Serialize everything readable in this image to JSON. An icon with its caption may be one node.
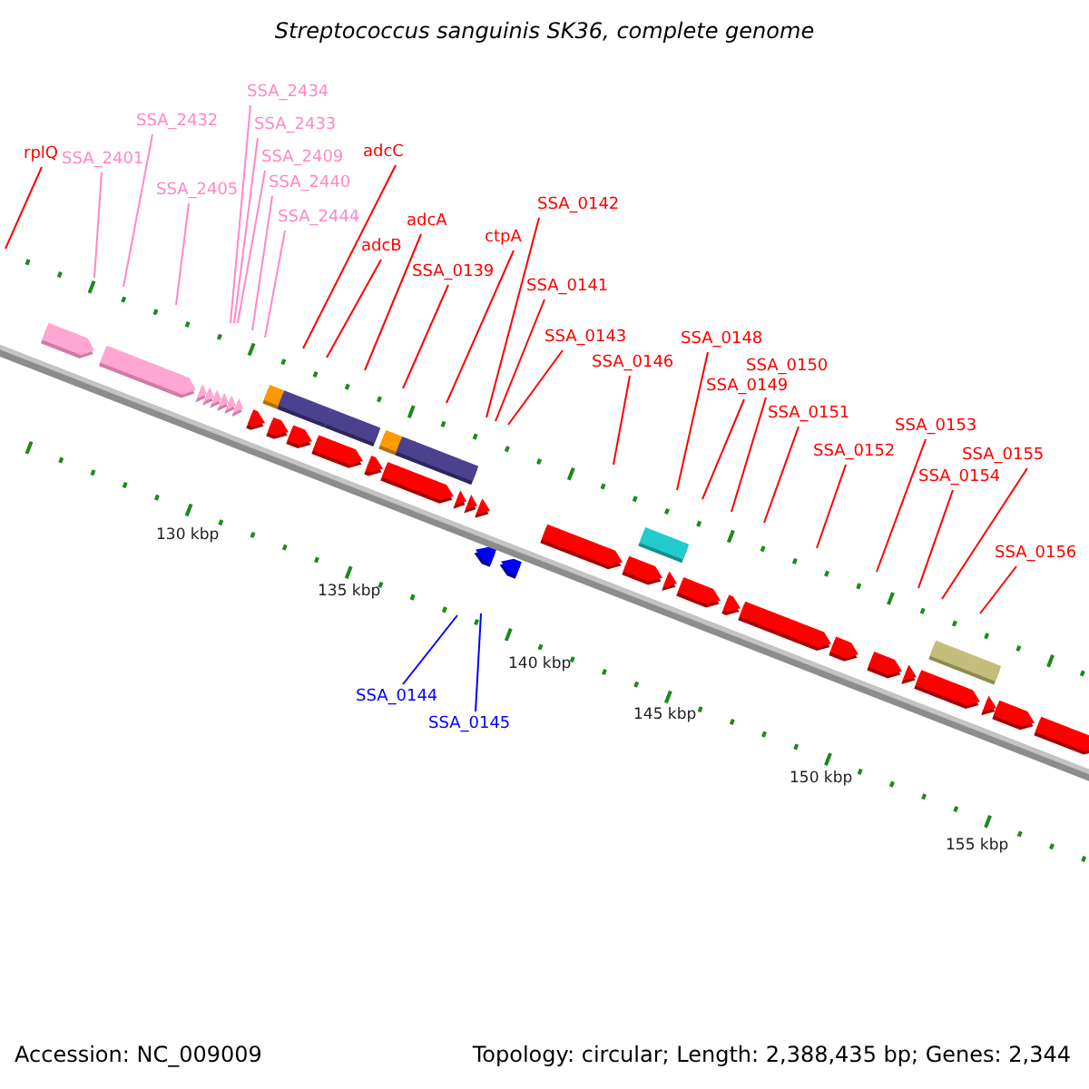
{
  "diagram": {
    "title": "Streptococcus sanguinis SK36, complete genome",
    "nodes": [
      {
        "text": [
          "rplQ"
        ]
      },
      {
        "text": [
          "SSA_2401"
        ]
      },
      {
        "text": [
          "SSA_2432"
        ]
      },
      {
        "text": [
          "SSA_2405"
        ]
      },
      {
        "text": [
          "SSA_2434"
        ]
      },
      {
        "text": [
          "SSA_2433"
        ]
      },
      {
        "text": [
          "SSA_2409"
        ]
      },
      {
        "text": [
          "SSA_2440"
        ]
      },
      {
        "text": [
          "SSA_2444"
        ]
      },
      {
        "text": [
          "adcC"
        ]
      },
      {
        "text": [
          "adcB"
        ]
      },
      {
        "text": [
          "adcA"
        ]
      },
      {
        "text": [
          "SSA_0139"
        ]
      },
      {
        "text": [
          "ctpA"
        ]
      },
      {
        "text": [
          "SSA_0142"
        ]
      },
      {
        "text": [
          "SSA_0141"
        ]
      },
      {
        "text": [
          "SSA_0143"
        ]
      },
      {
        "text": [
          "SSA_0146"
        ]
      },
      {
        "text": [
          "SSA_0148"
        ]
      },
      {
        "text": [
          "SSA_0149"
        ]
      },
      {
        "text": [
          "SSA_0150"
        ]
      },
      {
        "text": [
          "SSA_0151"
        ]
      },
      {
        "text": [
          "SSA_0152"
        ]
      },
      {
        "text": [
          "SSA_0153"
        ]
      },
      {
        "text": [
          "SSA_0154"
        ]
      },
      {
        "text": [
          "SSA_0155"
        ]
      },
      {
        "text": [
          "SSA_0156"
        ]
      },
      {
        "text": [
          "SSA_0144"
        ]
      },
      {
        "text": [
          "SSA_0145"
        ]
      }
    ],
    "edges": [
      {
        "from": 0,
        "to": null,
        "arrow": "none"
      },
      {
        "from": 1,
        "to": null,
        "arrow": "none",
        "color": "#ff88c8"
      },
      {
        "from": 2,
        "to": null,
        "arrow": "none",
        "color": "#ff88c8"
      },
      {
        "from": 3,
        "to": null,
        "arrow": "none",
        "color": "#ff88c8"
      },
      {
        "from": 4,
        "to": null,
        "arrow": "none",
        "color": "#ff88c8"
      },
      {
        "from": 5,
        "to": null,
        "arrow": "none",
        "color": "#ff88c8"
      },
      {
        "from": 6,
        "to": null,
        "arrow": "none",
        "color": "#ff88c8"
      },
      {
        "from": 7,
        "to": null,
        "arrow": "none",
        "color": "#ff88c8"
      },
      {
        "from": 8,
        "to": null,
        "arrow": "none",
        "color": "#ff88c8"
      },
      {
        "from": 9,
        "to": null,
        "arrow": "none"
      },
      {
        "from": 10,
        "to": null,
        "arrow": "none"
      },
      {
        "from": 11,
        "to": null,
        "arrow": "none"
      },
      {
        "from": 12,
        "to": null,
        "arrow": "none"
      },
      {
        "from": 13,
        "to": null,
        "arrow": "none"
      },
      {
        "from": 14,
        "to": null,
        "arrow": "none"
      },
      {
        "from": 15,
        "to": null,
        "arrow": "none"
      },
      {
        "from": 16,
        "to": null,
        "arrow": "none"
      },
      {
        "from": 17,
        "to": null,
        "arrow": "none"
      },
      {
        "from": 18,
        "to": null,
        "arrow": "none"
      },
      {
        "from": 19,
        "to": null,
        "arrow": "none"
      },
      {
        "from": 20,
        "to": null,
        "arrow": "none"
      },
      {
        "from": 21,
        "to": null,
        "arrow": "none"
      },
      {
        "from": 22,
        "to": null,
        "arrow": "none"
      },
      {
        "from": 23,
        "to": null,
        "arrow": "none"
      },
      {
        "from": 24,
        "to": null,
        "arrow": "none"
      },
      {
        "from": 25,
        "to": null,
        "arrow": "none"
      },
      {
        "from": 26,
        "to": null,
        "arrow": "none"
      },
      {
        "from": 27,
        "to": null,
        "arrow": "none",
        "color": "#0000ff"
      },
      {
        "from": 28,
        "to": null,
        "arrow": "none",
        "color": "#0000ff"
      }
    ],
    "labels": [
      "130 kbp",
      "135 kbp",
      "140 kbp",
      "145 kbp",
      "150 kbp",
      "155 kbp",
      "Accession: NC_009009",
      "Topology: circular; Length: 2,388,435 bp; Genes: 2,344"
    ]
  }
}
